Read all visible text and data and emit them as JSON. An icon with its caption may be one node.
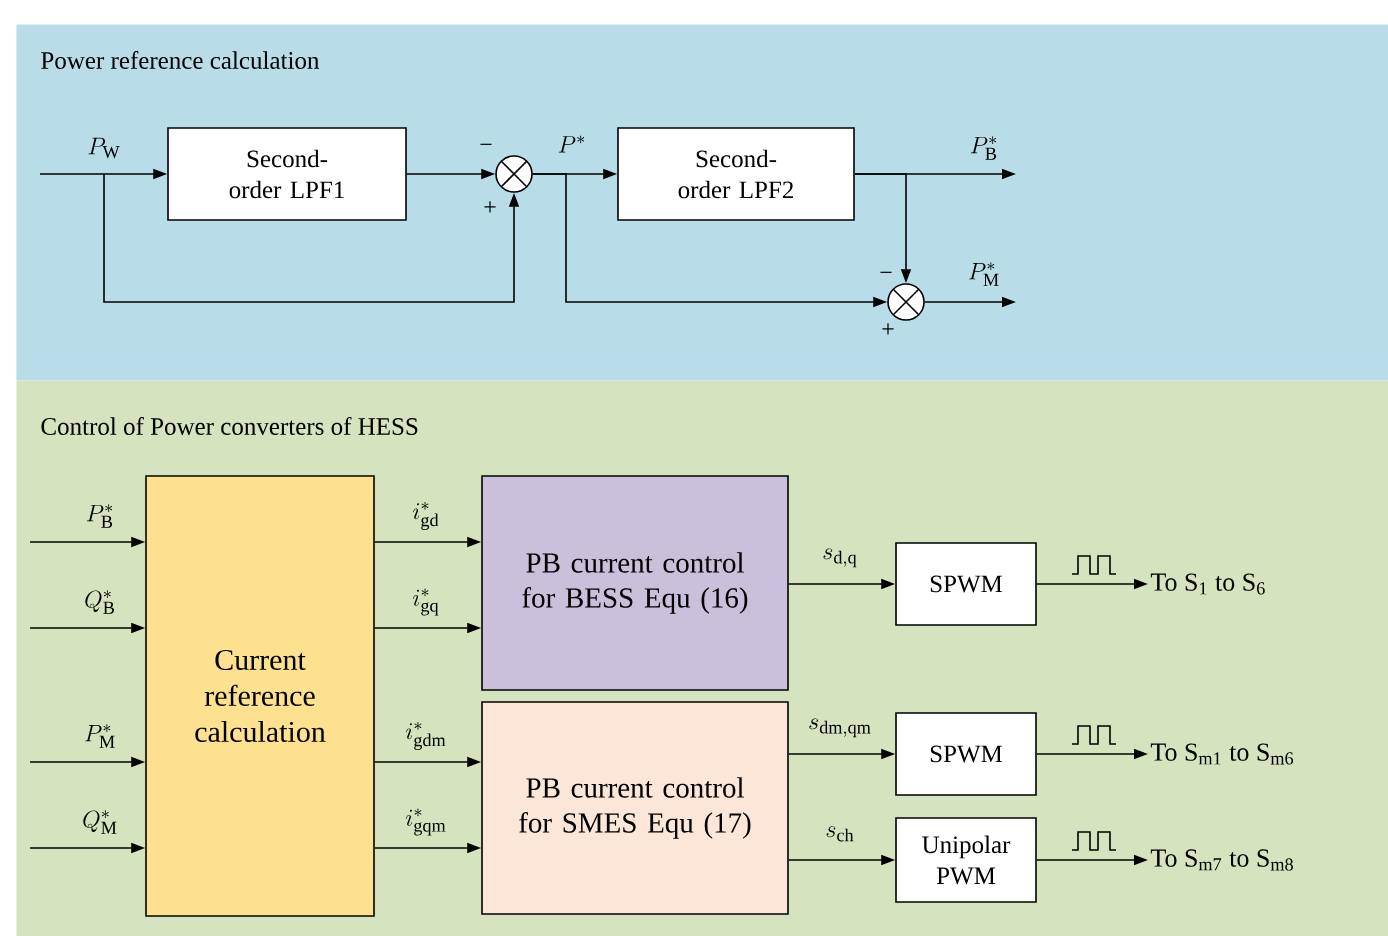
{
  "diagram": {
    "nodes": [
      {
        "text": [
          "Power reference calculation"
        ]
      },
      {
        "text": [
          "Control of Power converters of HESS"
        ]
      },
      {
        "text": [
          "Second-order LPF1"
        ],
        "in": 0
      },
      {
        "text": [],
        "shape": "circle",
        "in": 0
      },
      {
        "text": [
          "Second-order LPF2"
        ],
        "in": 0
      },
      {
        "text": [],
        "shape": "circle",
        "in": 0
      },
      {
        "text": [
          "Current reference calculation"
        ],
        "in": 1
      },
      {
        "text": [
          "PB current control for BESS Equ (16)"
        ],
        "in": 1
      },
      {
        "text": [
          "PB current control for SMES Equ (17)"
        ],
        "in": 1
      },
      {
        "text": [
          "SPWM"
        ],
        "in": 1
      },
      {
        "text": [
          "SPWM"
        ],
        "in": 1
      },
      {
        "text": [
          "Unipolar PWM"
        ],
        "in": 1
      },
      {
        "text": [
          "To S$_{1}$ to S$_{6}$"
        ],
        "in": 1
      },
      {
        "text": [
          "To S$_{m1}$ to S$_{m6}$"
        ],
        "in": 1
      },
      {
        "text": [
          "To S$_{m7}$ to S$_{m8}$"
        ],
        "in": 1
      }
    ],
    "edges": [
      {
        "from": null,
        "to": 2,
        "arrow": "to",
        "label": "P_{\\mathrm{W}}"
      },
      {
        "from": null,
        "to": 3,
        "arrow": "to"
      },
      {
        "from": 2,
        "to": 3,
        "arrow": "to"
      },
      {
        "from": 3,
        "to": 4,
        "arrow": "to",
        "label": "P^{*}"
      },
      {
        "from": 3,
        "to": 5,
        "arrow": "to"
      },
      {
        "from": 4,
        "to": null,
        "arrow": "to",
        "label": "P_{\\mathrm{B}}^{*}"
      },
      {
        "from": 4,
        "to": 5,
        "arrow": "to"
      },
      {
        "from": 5,
        "to": null,
        "arrow": "to",
        "label": "P_{\\mathrm{M}}^{*}"
      },
      {
        "from": null,
        "to": 6,
        "arrow": "to",
        "label": "P_{\\mathrm{B}}^{*}"
      },
      {
        "from": null,
        "to": 6,
        "arrow": "to",
        "label": "Q_{\\mathrm{B}}^{*}"
      },
      {
        "from": null,
        "to": 6,
        "arrow": "to",
        "label": "P_{\\mathrm{M}}^{*}"
      },
      {
        "from": null,
        "to": 6,
        "arrow": "to",
        "label": "Q_{\\mathrm{M}}^{*}"
      },
      {
        "from": 6,
        "to": 7,
        "arrow": "to",
        "label": "i_{\\mathrm{gd}}^{*}"
      },
      {
        "from": 6,
        "to": 7,
        "arrow": "to",
        "label": "i_{\\mathrm{gq}}^{*}"
      },
      {
        "from": 6,
        "to": 8,
        "arrow": "to",
        "label": "i_{\\mathrm{gdm}}^{*}"
      },
      {
        "from": 6,
        "to": 8,
        "arrow": "to",
        "label": "i_{\\mathrm{gqm}}^{*}"
      },
      {
        "from": 7,
        "to": 9,
        "arrow": "to",
        "label": "s_{\\mathrm{d,q}}"
      },
      {
        "from": 8,
        "to": 10,
        "arrow": "to",
        "label": "s_{\\mathrm{dm,qm}}"
      },
      {
        "from": 8,
        "to": 11,
        "arrow": "to",
        "label": "s_{\\mathrm{ch}}"
      },
      {
        "from": 9,
        "to": 12,
        "arrow": "to"
      },
      {
        "from": 10,
        "to": 13,
        "arrow": "to"
      },
      {
        "from": 11,
        "to": 14,
        "arrow": "to"
      }
    ],
    "labels": [
      "−",
      "+",
      "−",
      "+"
    ]
  }
}
